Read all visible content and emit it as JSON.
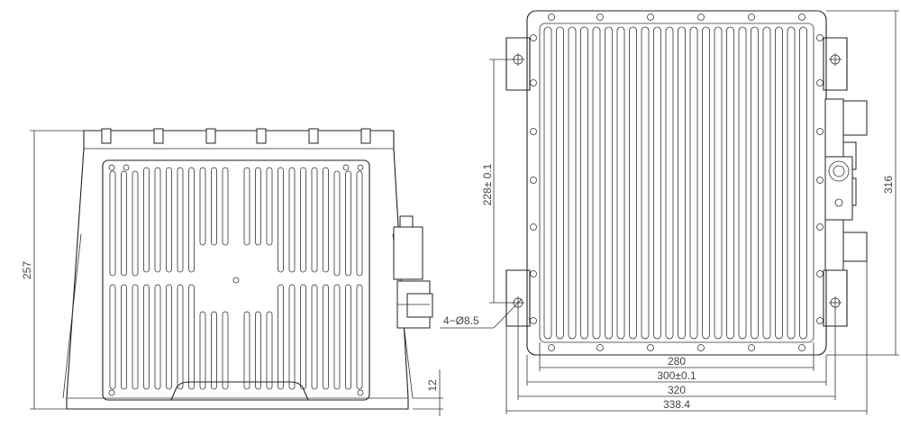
{
  "drawing": {
    "left_view": {
      "height_dim": "257",
      "small_dim": "12"
    },
    "right_view": {
      "hole_spacing_dim": "228± 0.1",
      "height_dim": "316",
      "hole_callout": "4−Ø8.5",
      "width_dims": [
        "280",
        "300±0.1",
        "320",
        "338.4"
      ]
    }
  }
}
